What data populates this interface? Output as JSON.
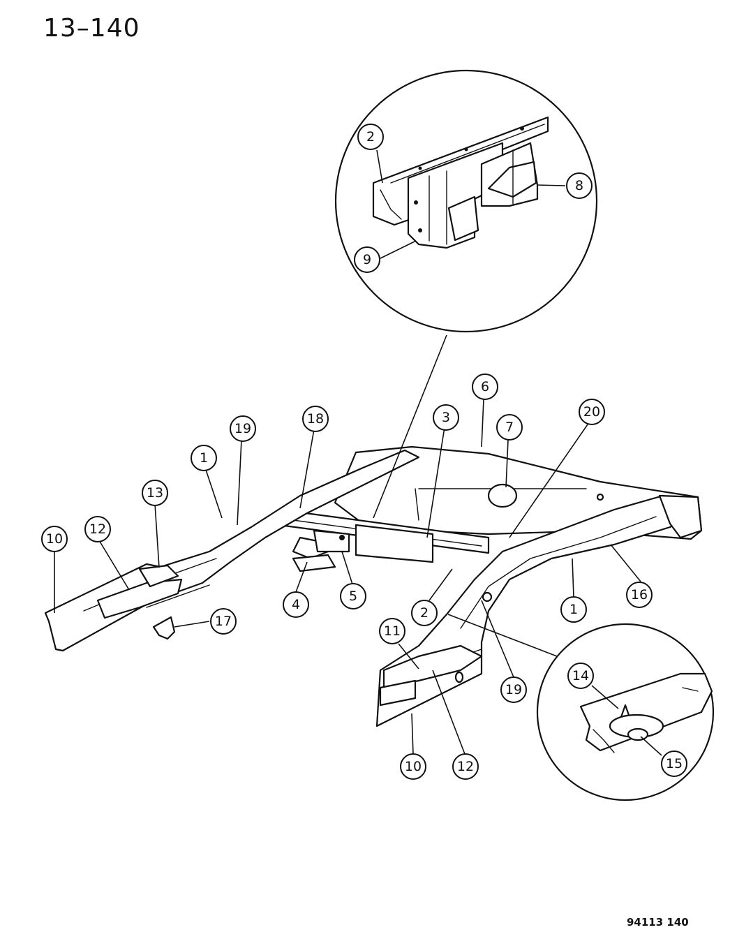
{
  "page_code": "13–140",
  "figure_code": "94113  140",
  "callouts": {
    "d2": "2",
    "d8": "8",
    "d9": "9",
    "c6": "6",
    "c7": "7",
    "c3": "3",
    "c20": "20",
    "c18": "18",
    "c19a": "19",
    "c1a": "1",
    "c13": "13",
    "c12a": "12",
    "c10a": "10",
    "c4": "4",
    "c5": "5",
    "c2": "2",
    "c17": "17",
    "c1b": "1",
    "c16": "16",
    "c11": "11",
    "c19b": "19",
    "c10b": "10",
    "c12b": "12",
    "c14": "14",
    "c15": "15"
  }
}
